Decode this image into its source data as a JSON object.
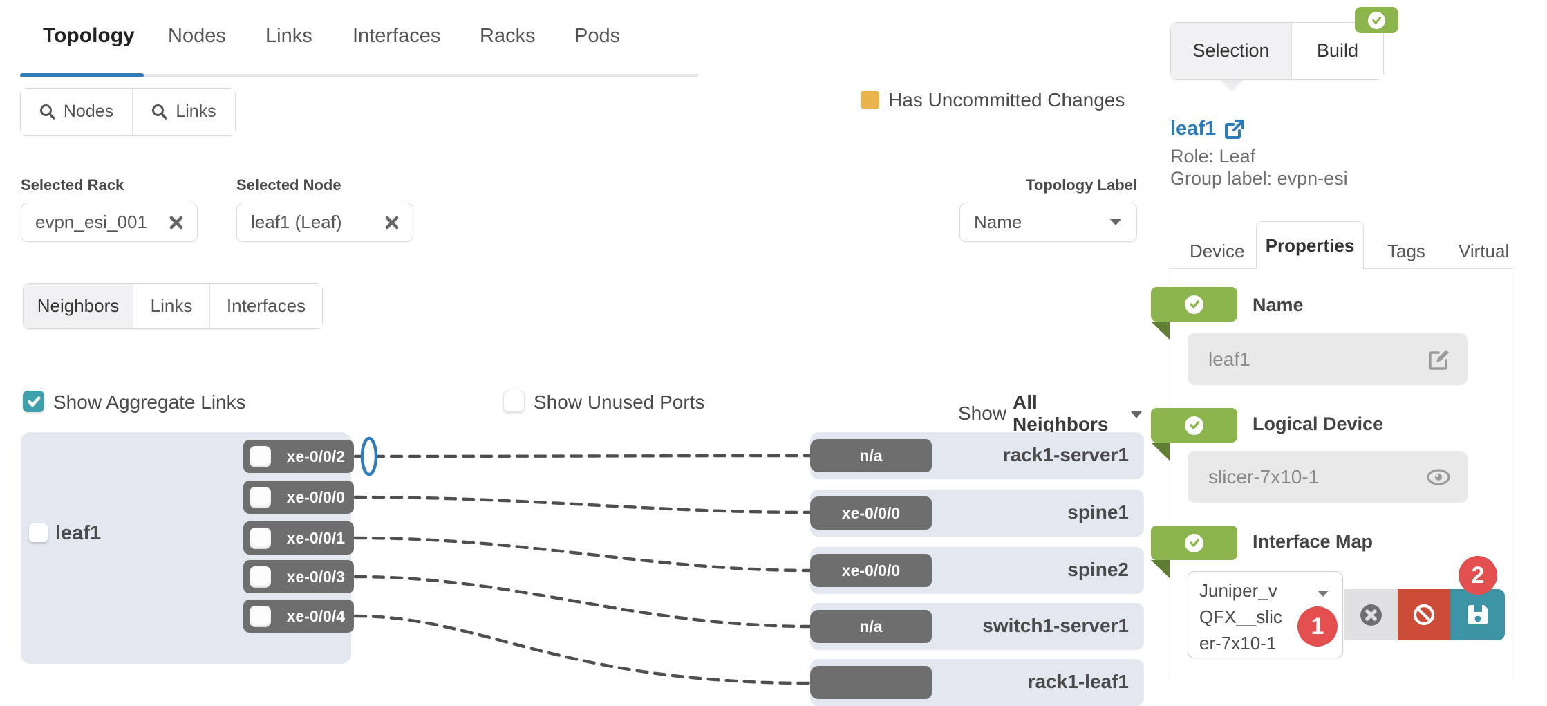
{
  "nav": {
    "tabs": [
      {
        "label": "Topology"
      },
      {
        "label": "Nodes"
      },
      {
        "label": "Links"
      },
      {
        "label": "Interfaces"
      },
      {
        "label": "Racks"
      },
      {
        "label": "Pods"
      }
    ]
  },
  "search_buttons": {
    "nodes_label": "Nodes",
    "links_label": "Links"
  },
  "legend": {
    "uncommitted_text": "Has Uncommitted Changes"
  },
  "filters": {
    "selected_rack": {
      "label": "Selected Rack",
      "value": "evpn_esi_001"
    },
    "selected_node": {
      "label": "Selected Node",
      "value": "leaf1 (Leaf)"
    },
    "topology_label": {
      "label": "Topology Label",
      "value": "Name"
    }
  },
  "view_tabs": {
    "neighbors": "Neighbors",
    "links": "Links",
    "interfaces": "Interfaces"
  },
  "options": {
    "show_aggregate_links": "Show Aggregate Links",
    "show_unused_ports": "Show Unused Ports",
    "show_prefix": "Show",
    "show_value": "All Neighbors"
  },
  "topology": {
    "node": {
      "label": "leaf1",
      "ports": [
        "xe-0/0/2",
        "xe-0/0/0",
        "xe-0/0/1",
        "xe-0/0/3",
        "xe-0/0/4"
      ]
    },
    "neighbors": [
      {
        "port": "n/a",
        "label": "rack1-server1"
      },
      {
        "port": "xe-0/0/0",
        "label": "spine1"
      },
      {
        "port": "xe-0/0/0",
        "label": "spine2"
      },
      {
        "port": "n/a",
        "label": "switch1-server1"
      },
      {
        "port": "",
        "label": "rack1-leaf1"
      }
    ]
  },
  "panel": {
    "mode_tabs": {
      "selection": "Selection",
      "build": "Build"
    },
    "node_header": {
      "name": "leaf1",
      "role": "Role: Leaf",
      "group_label": "Group label: evpn-esi"
    },
    "detail_tabs": {
      "device": "Device",
      "properties": "Properties",
      "tags": "Tags",
      "virtual": "Virtual"
    },
    "sections": {
      "name": {
        "title": "Name",
        "value": "leaf1"
      },
      "logical_device": {
        "title": "Logical Device",
        "value": "slicer-7x10-1"
      },
      "interface_map": {
        "title": "Interface Map",
        "value": "Juniper_vQFX__slicer-7x10-1",
        "lines": [
          "Juniper_v",
          "QFX__slic",
          "er-7x10-1"
        ],
        "badge_primary": "1",
        "badge_secondary": "2"
      }
    }
  },
  "colors": {
    "accent_blue": "#2f7cb8",
    "teal_checkbox": "#3fa0ad",
    "badge_green": "#8cb54d",
    "uncommitted_orange": "#eab44d",
    "badge_red": "#e34f4f",
    "revert_red": "#cd4c38",
    "save_teal": "#3b93a3",
    "port_gray": "#6e6e6e",
    "node_bg": "#e3e7f0"
  }
}
